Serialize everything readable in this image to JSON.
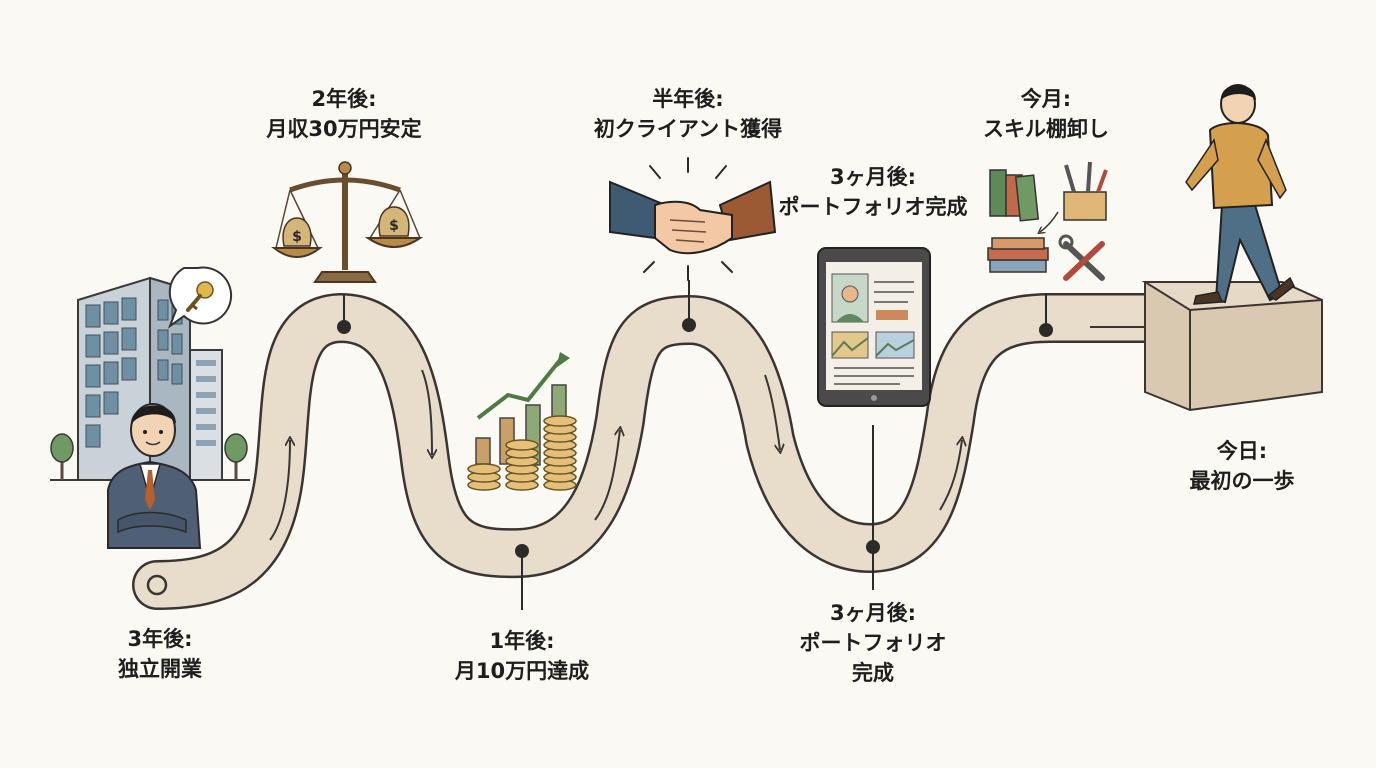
{
  "milestones": [
    {
      "id": "3y",
      "line1": "3年後:",
      "line2": "独立開業",
      "line3": ""
    },
    {
      "id": "2y",
      "line1": "2年後:",
      "line2": "月収30万円安定",
      "line3": ""
    },
    {
      "id": "1y",
      "line1": "1年後:",
      "line2": "月10万円達成",
      "line3": ""
    },
    {
      "id": "6m",
      "line1": "半年後:",
      "line2": "初クライアント獲得",
      "line3": ""
    },
    {
      "id": "3m-upper",
      "line1": "3ヶ月後:",
      "line2": "ポートフォリオ完成",
      "line3": ""
    },
    {
      "id": "3m-lower",
      "line1": "3ヶ月後:",
      "line2": "ポートフォリオ",
      "line3": "完成"
    },
    {
      "id": "this-month",
      "line1": "今月:",
      "line2": "スキル棚卸し",
      "line3": ""
    },
    {
      "id": "today",
      "line1": "今日:",
      "line2": "最初の一歩",
      "line3": ""
    }
  ],
  "icons": {
    "coin_symbol": "$"
  },
  "colors": {
    "background": "#fbf9f3",
    "road_fill": "#e8dccb",
    "road_edge": "#3a3530",
    "marker": "#2d2b28"
  }
}
